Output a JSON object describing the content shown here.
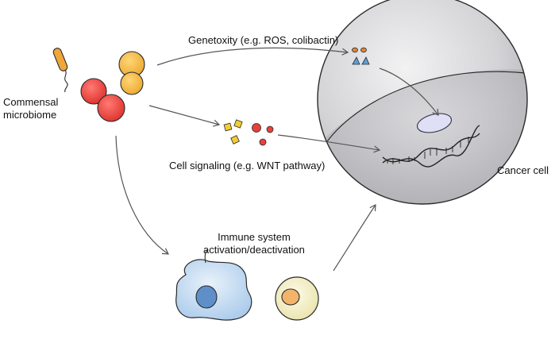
{
  "labels": {
    "source": [
      "Commensal",
      "microbiome"
    ],
    "genotoxicity": "Genetoxity (e.g. ROS, colibactin)",
    "cell_signaling": "Cell signaling (e.g. WNT pathway)",
    "immune": [
      "Immune system",
      "activation/deactivation"
    ],
    "cancer_cell": "Cancer cell"
  },
  "colors": {
    "line": "#555555",
    "orange_bacteria": "#f2b540",
    "red_bacteria": "#e8413d",
    "rod_bacterium": "#f0a63a",
    "cancer_cell_fill": "#c9c9cc",
    "nucleus": "#dfe0f6",
    "macrophage": "#bcd7f0",
    "lymphocyte": "#f6f1c2",
    "ros_triangles": "#5d9fd8",
    "signal_squares": "#f2cc33"
  }
}
